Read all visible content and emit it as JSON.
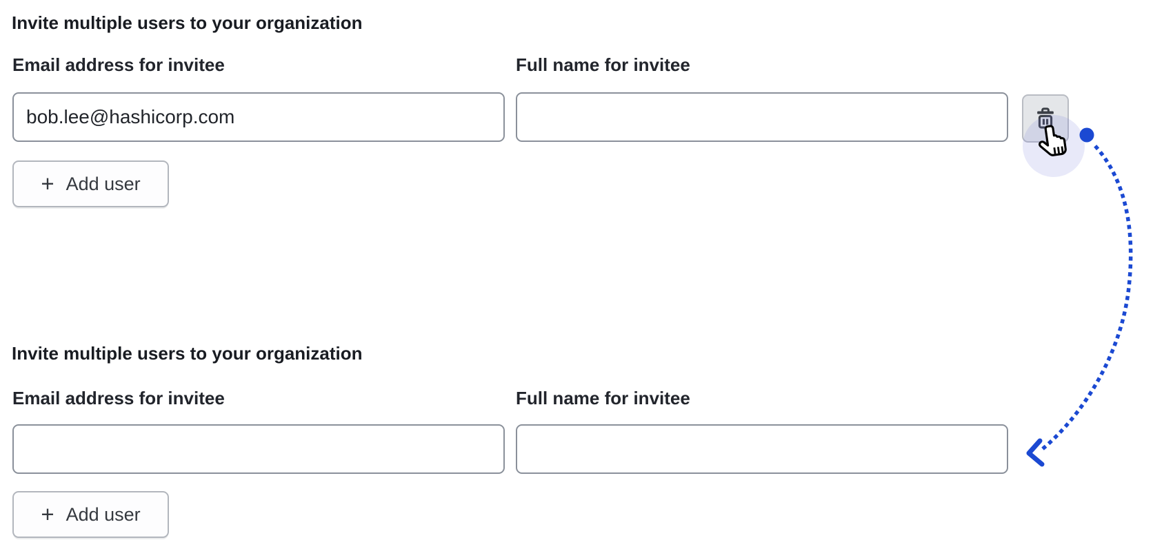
{
  "colors": {
    "page_bg": "#ffffff",
    "text": "#1d2128",
    "accent_blue": "#1b49d2",
    "input_border": "#8a909a",
    "button_border": "#b2b6bd",
    "delete_button_bg": "#e4e6e9",
    "halo": "rgba(110,120,220,0.16)"
  },
  "icons": {
    "plus": "+"
  },
  "sections": [
    {
      "title": "Invite multiple users to your organization",
      "email_label": "Email address for invitee",
      "email_value": "bob.lee@hashicorp.com",
      "name_label": "Full name for invitee",
      "name_value": "",
      "add_user_label": "Add user"
    },
    {
      "title": "Invite multiple users to your organization",
      "email_label": "Email address for invitee",
      "email_value": "",
      "name_label": "Full name for invitee",
      "name_value": "",
      "add_user_label": "Add user"
    }
  ],
  "annotation": {
    "type": "dotted-arrow",
    "from": "delete-row-button (section 1)",
    "to": "full-name-input (section 2)",
    "color": "#1b49d2"
  }
}
